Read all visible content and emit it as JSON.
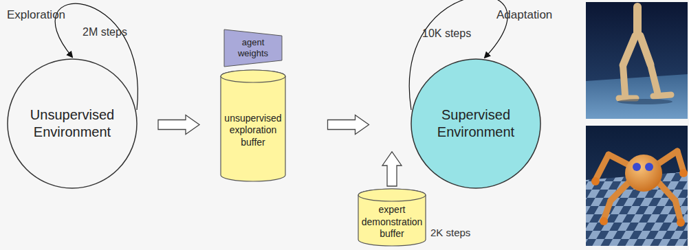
{
  "diagram": {
    "nodes": [
      {
        "text": [
          "Unsupervised Environment"
        ]
      },
      {
        "text": [
          "agent weights"
        ]
      },
      {
        "text": [
          "unsupervised exploration buffer"
        ]
      },
      {
        "text": [
          "Supervised Environment"
        ]
      },
      {
        "text": [
          "expert demonstration buffer"
        ]
      }
    ],
    "edges": [
      {
        "from": 0,
        "to": 0,
        "label": "2M steps",
        "arrow": "to"
      },
      {
        "from": 0,
        "to": 2,
        "arrow": "to"
      },
      {
        "from": 2,
        "to": 3,
        "arrow": "to"
      },
      {
        "from": 3,
        "to": 3,
        "label": "10K steps",
        "arrow": "to"
      },
      {
        "from": 4,
        "to": 3,
        "arrow": "to"
      }
    ],
    "labels": [
      "Exploration",
      "Adaptation",
      "2K steps"
    ]
  }
}
